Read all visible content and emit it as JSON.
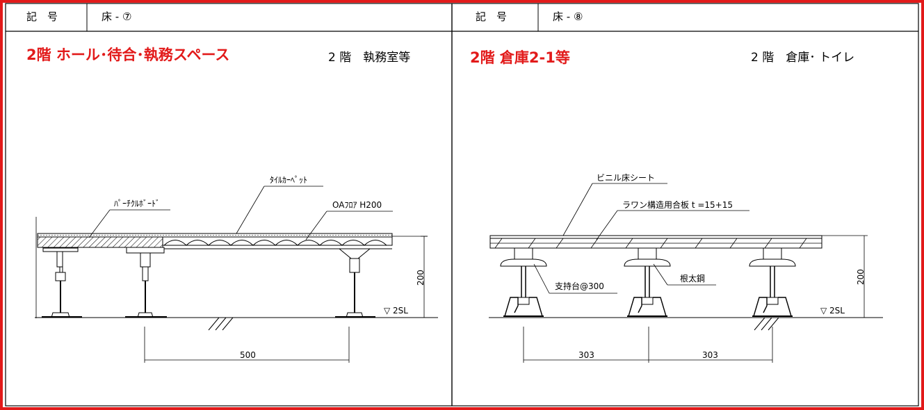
{
  "colors": {
    "frame": "#e21a1a",
    "title_red": "#e21a1a",
    "line": "#000000"
  },
  "panels": [
    {
      "header": {
        "label": "記　号",
        "code": "床 - ⑦"
      },
      "title_red": "2階  ホール･待合･執務スペース",
      "title_black": "2 階　執務室等",
      "labels": {
        "top_finish": "ﾀｲﾙｶｰﾍﾟｯﾄ",
        "board": "ﾊﾟｰﾁｸﾙﾎﾞｰﾄﾞ",
        "access_floor": "OAﾌﾛｱ H200",
        "height_dim": "200",
        "level": "▽ 2SL",
        "span_dim": "500"
      }
    },
    {
      "header": {
        "label": "記　号",
        "code": "床 - ⑧"
      },
      "title_red": "2階  倉庫2-1等",
      "title_black": "2 階　倉庫･ トイレ",
      "labels": {
        "top_finish": "ビニル床シート",
        "plywood": "ラワン構造用合板 t =15+15",
        "support": "支持台@300",
        "joist": "根太鋼",
        "height_dim": "200",
        "level": "▽ 2SL",
        "span_dim_1": "303",
        "span_dim_2": "303"
      }
    }
  ]
}
